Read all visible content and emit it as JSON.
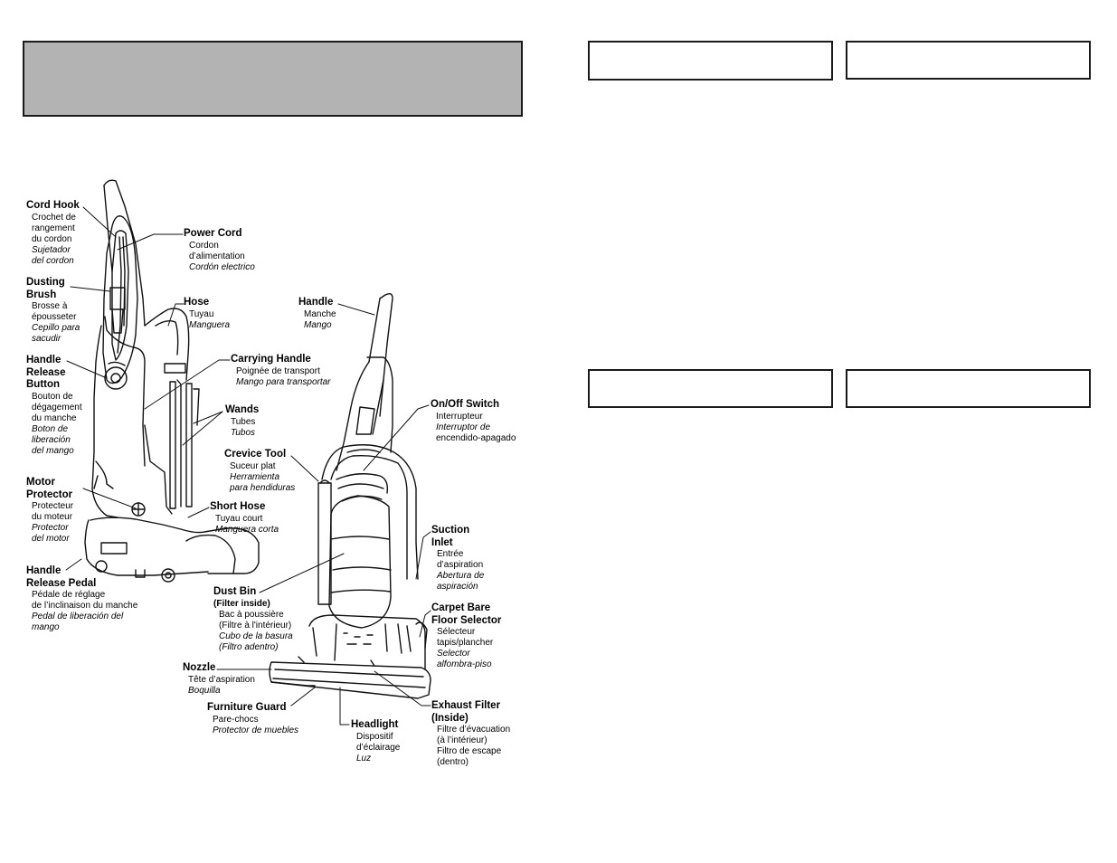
{
  "labels": [
    {
      "id": "cord-hook",
      "name": [
        "Cord Hook"
      ],
      "fr": [
        "Crochet de",
        "rangement",
        "du cordon"
      ],
      "es": [
        "Sujetador",
        "del cordon"
      ]
    },
    {
      "id": "power-cord",
      "name": [
        "Power Cord"
      ],
      "fr": [
        "Cordon",
        "d’alimentation"
      ],
      "es": [
        "Cordón electrico"
      ]
    },
    {
      "id": "dusting-brush",
      "name": [
        "Dusting",
        "Brush"
      ],
      "fr": [
        "Brosse à",
        "épousseter"
      ],
      "es": [
        "Cepillo para",
        "sacudir"
      ]
    },
    {
      "id": "hose",
      "name": [
        "Hose"
      ],
      "fr": [
        "Tuyau"
      ],
      "es": [
        "Manguera"
      ]
    },
    {
      "id": "handle",
      "name": [
        "Handle"
      ],
      "fr": [
        "Manche"
      ],
      "es": [
        "Mango"
      ]
    },
    {
      "id": "handle-release-button",
      "name": [
        "Handle",
        "Release",
        "Button"
      ],
      "fr": [
        "Bouton de",
        "dégagement",
        "du manche"
      ],
      "es": [
        "Boton de",
        "liberación",
        "del mango"
      ]
    },
    {
      "id": "carrying-handle",
      "name": [
        "Carrying Handle"
      ],
      "fr": [
        "Poignée de transport"
      ],
      "es": [
        "Mango para transportar"
      ]
    },
    {
      "id": "on-off-switch",
      "name": [
        "On/Off Switch"
      ],
      "fr": [
        "Interrupteur"
      ],
      "es": [
        "Interruptor de",
        "encendido-apagado"
      ]
    },
    {
      "id": "wands",
      "name": [
        "Wands"
      ],
      "fr": [
        "Tubes"
      ],
      "es": [
        "Tubos"
      ]
    },
    {
      "id": "crevice-tool",
      "name": [
        "Crevice Tool"
      ],
      "fr": [
        "Suceur plat"
      ],
      "es": [
        "Herramienta",
        "para hendiduras"
      ]
    },
    {
      "id": "motor-protector",
      "name": [
        "Motor",
        "Protector"
      ],
      "fr": [
        "Protecteur",
        "du moteur"
      ],
      "es": [
        "Protector",
        "del motor"
      ]
    },
    {
      "id": "short-hose",
      "name": [
        "Short Hose"
      ],
      "fr": [
        "Tuyau court"
      ],
      "es": [
        "Manguera corta"
      ]
    },
    {
      "id": "suction-inlet",
      "name": [
        "Suction",
        "Inlet"
      ],
      "fr": [
        "Entrée",
        "d’aspiration"
      ],
      "es": [
        "Abertura de",
        "aspiración"
      ]
    },
    {
      "id": "handle-release-pedal",
      "name": [
        "Handle",
        "Release Pedal"
      ],
      "fr": [
        "Pédale de réglage",
        "de l’inclinaison du manche"
      ],
      "es": [
        "Pedal de liberación del",
        "mango"
      ]
    },
    {
      "id": "dust-bin",
      "name": [
        "Dust Bin"
      ],
      "sub": "(Filter inside)",
      "fr": [
        "Bac à poussière",
        "(Filtre à l'intérieur)"
      ],
      "es": [
        "Cubo de la basura",
        "(Filtro adentro)"
      ]
    },
    {
      "id": "carpet-bare-floor-selector",
      "name": [
        "Carpet Bare",
        "Floor Selector"
      ],
      "fr": [
        "Sélecteur",
        "tapis/plancher"
      ],
      "es": [
        "Selector",
        "alfombra-piso"
      ]
    },
    {
      "id": "nozzle",
      "name": [
        "Nozzle"
      ],
      "fr": [
        "Tête d’aspiration"
      ],
      "es": [
        "Boquilla"
      ]
    },
    {
      "id": "exhaust-filter",
      "name": [
        "Exhaust Filter",
        "(Inside)"
      ],
      "fr": [
        "Filtre d’évacuation",
        "(à l’intérieur)"
      ],
      "en2": [
        "Filtro de escape",
        "(dentro)"
      ]
    },
    {
      "id": "furniture-guard",
      "name": [
        "Furniture Guard"
      ],
      "fr": [
        "Pare-chocs"
      ],
      "es": [
        "Protector de muebles"
      ]
    },
    {
      "id": "headlight",
      "name": [
        "Headlight"
      ],
      "fr": [
        "Dispositif",
        "d’éclairage"
      ],
      "es": [
        "Luz"
      ]
    }
  ]
}
